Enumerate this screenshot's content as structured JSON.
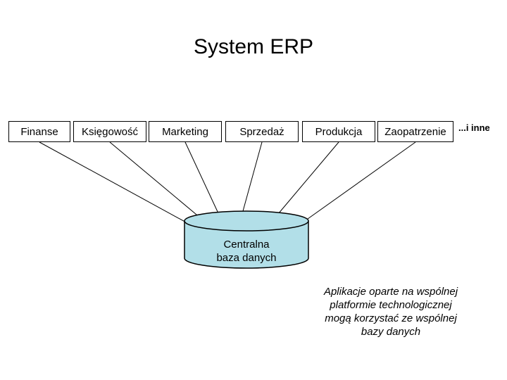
{
  "title": "System ERP",
  "modules": [
    "Finanse",
    "Księgowość",
    "Marketing",
    "Sprzedaż",
    "Produkcja",
    "Zaopatrzenie"
  ],
  "others_label": "...i inne",
  "database": {
    "line1": "Centralna",
    "line2": "baza danych",
    "fill_color": "#b2dfe8"
  },
  "note": {
    "line1": "Aplikacje oparte na wspólnej",
    "line2": "platformie technologicznej",
    "line3": "mogą korzystać ze wspólnej",
    "line4": "bazy danych"
  }
}
